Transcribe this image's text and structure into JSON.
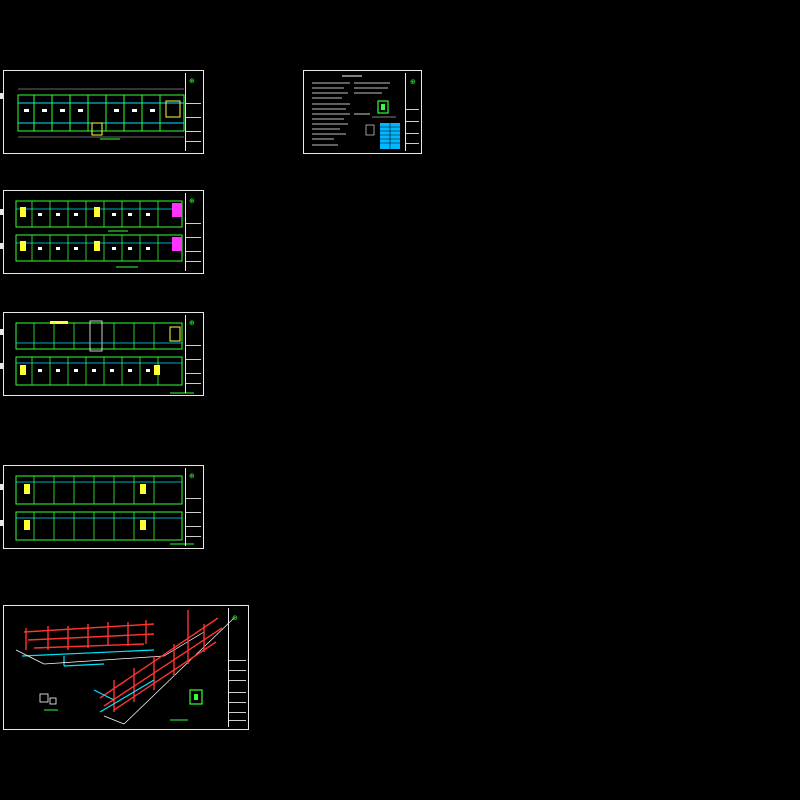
{
  "canvas": {
    "background": "#000000"
  },
  "colors": {
    "frame": "#e8e8e8",
    "wall": "#33ff33",
    "pipe": "#00e5ff",
    "fixture": "#ffffff",
    "highlight": "#ffff33",
    "accent": "#ff33ff",
    "riser": "#ff3333"
  },
  "sheets": [
    {
      "id": "sheet-1",
      "kind": "floor-plan-single",
      "logo_icon": "compass-icon"
    },
    {
      "id": "sheet-2",
      "kind": "notes-and-legend",
      "logo_icon": "compass-icon"
    },
    {
      "id": "sheet-3",
      "kind": "floor-plan-double",
      "logo_icon": "compass-icon"
    },
    {
      "id": "sheet-4",
      "kind": "floor-plan-double",
      "logo_icon": "compass-icon"
    },
    {
      "id": "sheet-5",
      "kind": "floor-plan-double",
      "logo_icon": "compass-icon"
    },
    {
      "id": "sheet-6",
      "kind": "isometric-system",
      "logo_icon": "compass-icon"
    }
  ]
}
